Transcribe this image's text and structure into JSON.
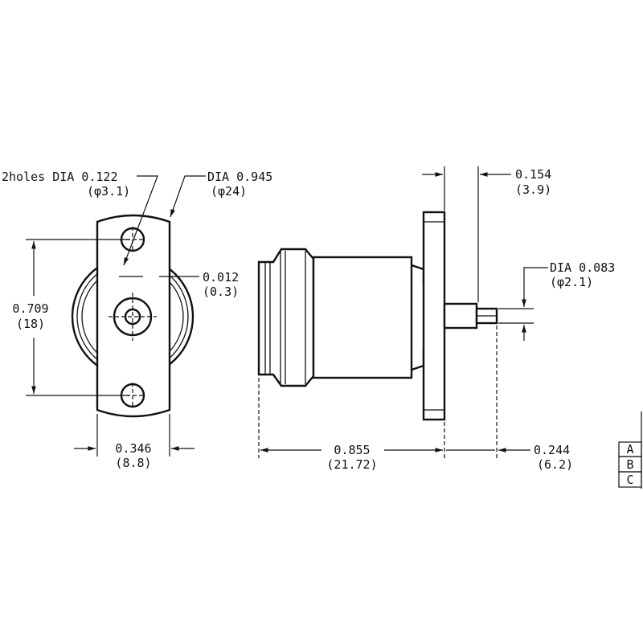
{
  "front_view": {
    "holes_callout": "2holes DIA 0.122",
    "holes_callout_metric": "(φ3.1)",
    "body_dia": "DIA 0.945",
    "body_dia_metric": "(φ24)",
    "offset": "0.012",
    "offset_metric": "(0.3)",
    "height": "0.709",
    "height_metric": "(18)",
    "flange_width": "0.346",
    "flange_width_metric": "(8.8)"
  },
  "side_view": {
    "flange_thickness": "0.154",
    "flange_thickness_metric": "(3.9)",
    "pin_dia": "DIA 0.083",
    "pin_dia_metric": "(φ2.1)",
    "body_length": "0.855",
    "body_length_metric": "(21.72)",
    "pin_length": "0.244",
    "pin_length_metric": "(6.2)"
  },
  "revision_table": [
    "A",
    "B",
    "C"
  ]
}
